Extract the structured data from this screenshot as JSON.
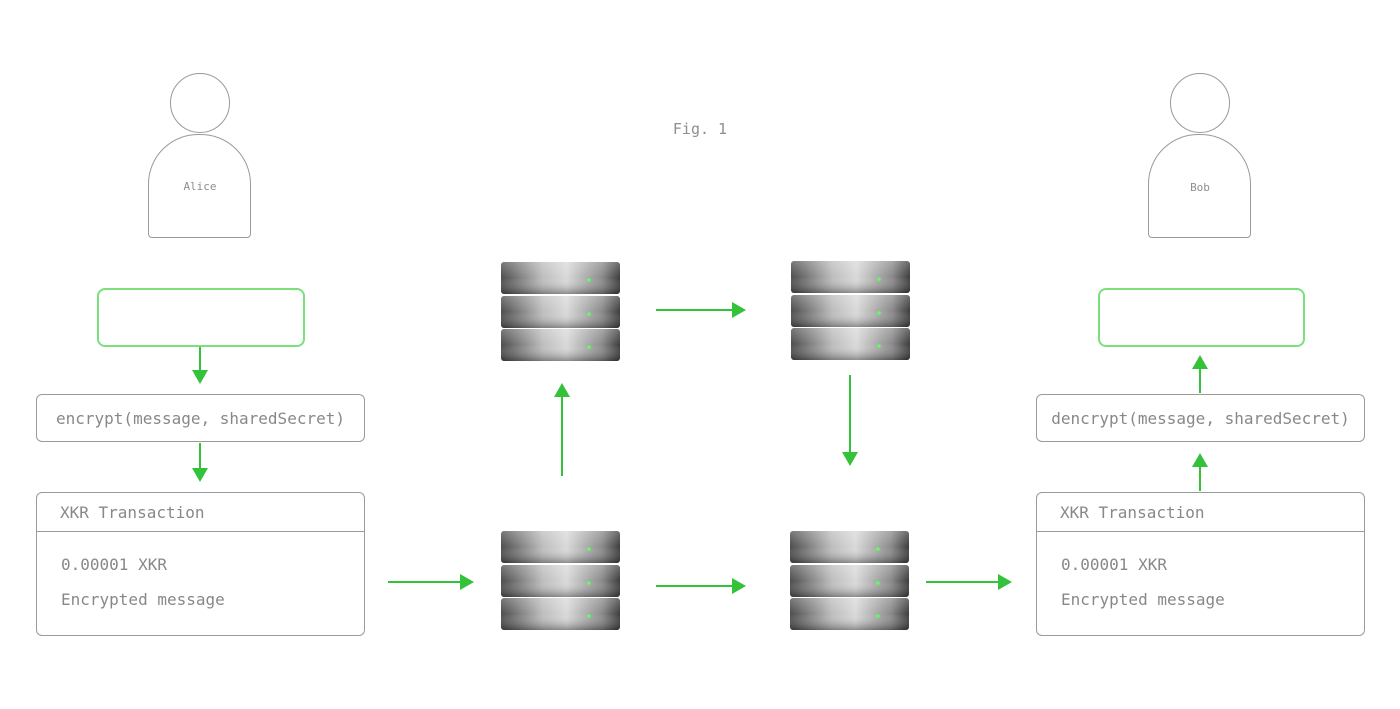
{
  "figure": {
    "caption": "Fig. 1"
  },
  "sender": {
    "name": "Alice",
    "function": "encrypt(message, sharedSecret)",
    "transaction": {
      "title": "XKR Transaction",
      "amount": "0.00001 XKR",
      "payload": "Encrypted message"
    }
  },
  "recipient": {
    "name": "Bob",
    "function": "dencrypt(message, sharedSecret)",
    "transaction": {
      "title": "XKR Transaction",
      "amount": "0.00001 XKR",
      "payload": "Encrypted message"
    }
  },
  "network": {
    "node_count": 4,
    "node_icon": "server-stack-icon",
    "led_color": "#5cff5c"
  },
  "colors": {
    "arrow": "#33c23a",
    "message_box": "#7be07b",
    "outline": "#9a9a9a",
    "text": "#8e8e8e"
  }
}
